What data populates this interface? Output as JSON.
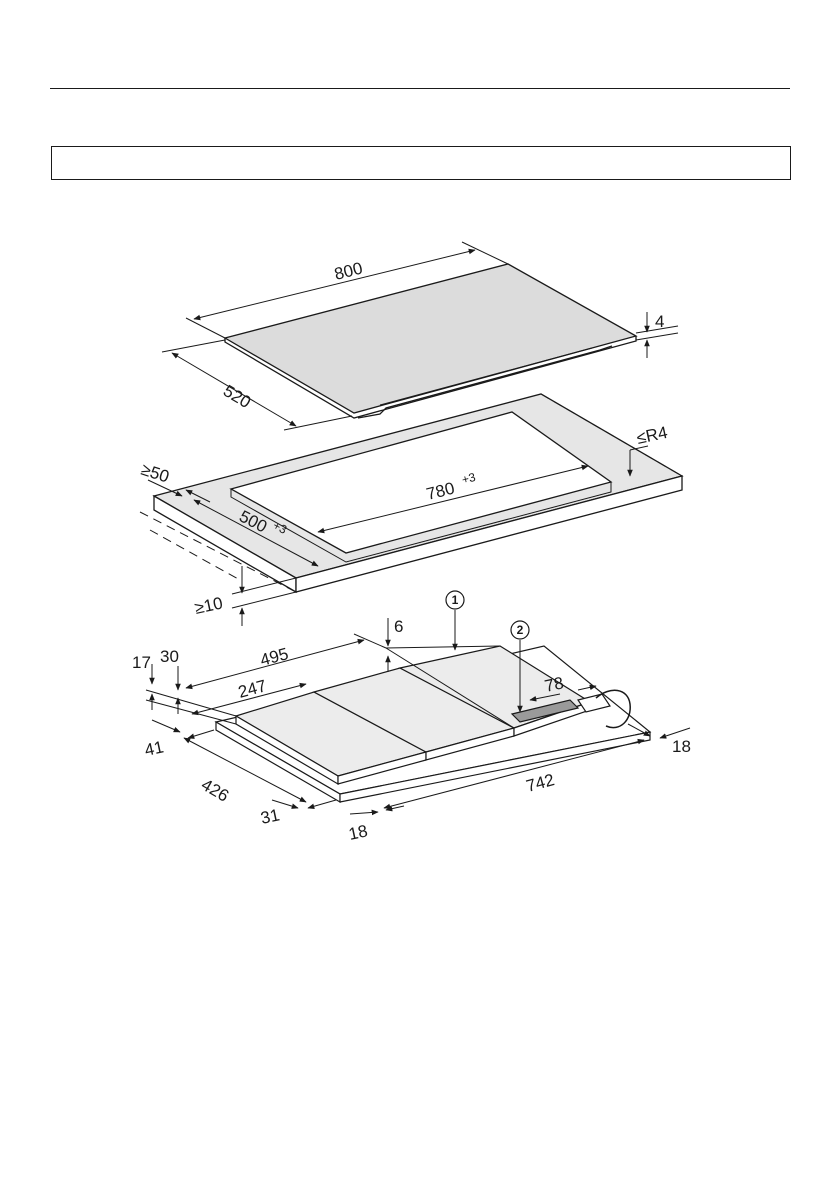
{
  "header": {
    "box_title": ""
  },
  "colors": {
    "line": "#1a1a1a",
    "surface": "#dcdcdc",
    "panel": "#e6e6e6",
    "highlight": "#9a9a9a",
    "background": "#ffffff"
  },
  "hob": {
    "width": "800",
    "depth": "520",
    "thickness": "4"
  },
  "cutout": {
    "side_margin": "≥50",
    "length": "780",
    "length_tol": "+3",
    "width": "500",
    "width_tol": "+3",
    "corner_radius": "≤R4",
    "worktop_thickness": "≥10"
  },
  "underside": {
    "dim_495": "495",
    "dim_247": "247",
    "dim_6": "6",
    "dim_17": "17",
    "dim_30": "30",
    "dim_41": "41",
    "dim_426": "426",
    "dim_31": "31",
    "dim_18_front": "18",
    "dim_742": "742",
    "dim_18_right": "18",
    "dim_78": "78"
  },
  "callouts": {
    "one": "1",
    "two": "2"
  }
}
